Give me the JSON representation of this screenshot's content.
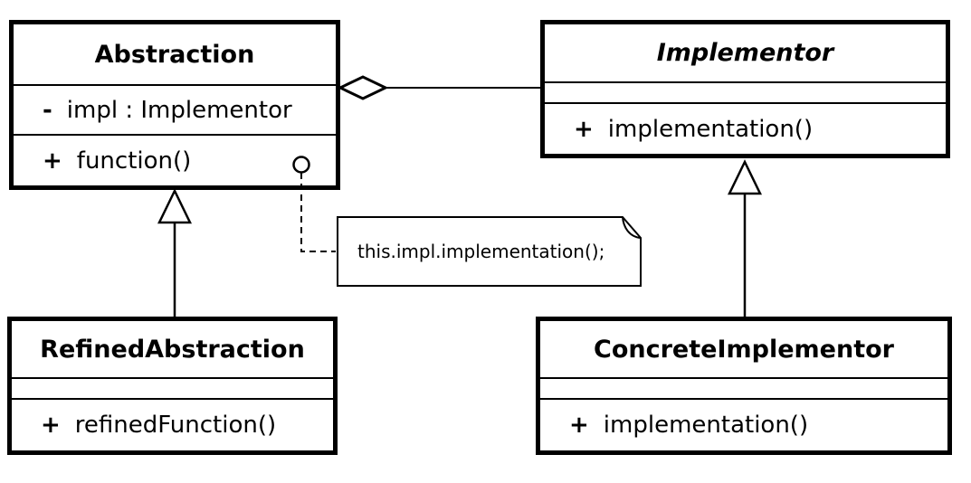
{
  "classes": {
    "abstraction": {
      "name": "Abstraction",
      "attributes": [
        {
          "visibility": "-",
          "signature": "impl : Implementor"
        }
      ],
      "methods": [
        {
          "visibility": "+",
          "signature": "function()"
        }
      ]
    },
    "implementor": {
      "name": "Implementor",
      "is_abstract": true,
      "attributes": [],
      "methods": [
        {
          "visibility": "+",
          "signature": "implementation()"
        }
      ]
    },
    "refined_abstraction": {
      "name": "RefinedAbstraction",
      "attributes": [],
      "methods": [
        {
          "visibility": "+",
          "signature": "refinedFunction()"
        }
      ]
    },
    "concrete_implementor": {
      "name": "ConcreteImplementor",
      "attributes": [],
      "methods": [
        {
          "visibility": "+",
          "signature": "implementation()"
        }
      ]
    }
  },
  "note": {
    "text": "this.impl.implementation();"
  },
  "relationships": [
    {
      "type": "aggregation",
      "from": "Abstraction",
      "to": "Implementor"
    },
    {
      "type": "generalization",
      "from": "RefinedAbstraction",
      "to": "Abstraction"
    },
    {
      "type": "generalization",
      "from": "ConcreteImplementor",
      "to": "Implementor"
    },
    {
      "type": "note-attachment",
      "from": "Abstraction.function()",
      "to": "note"
    }
  ],
  "colors": {
    "line": "#000000",
    "fill": "#ffffff",
    "background": "#ffffff"
  }
}
